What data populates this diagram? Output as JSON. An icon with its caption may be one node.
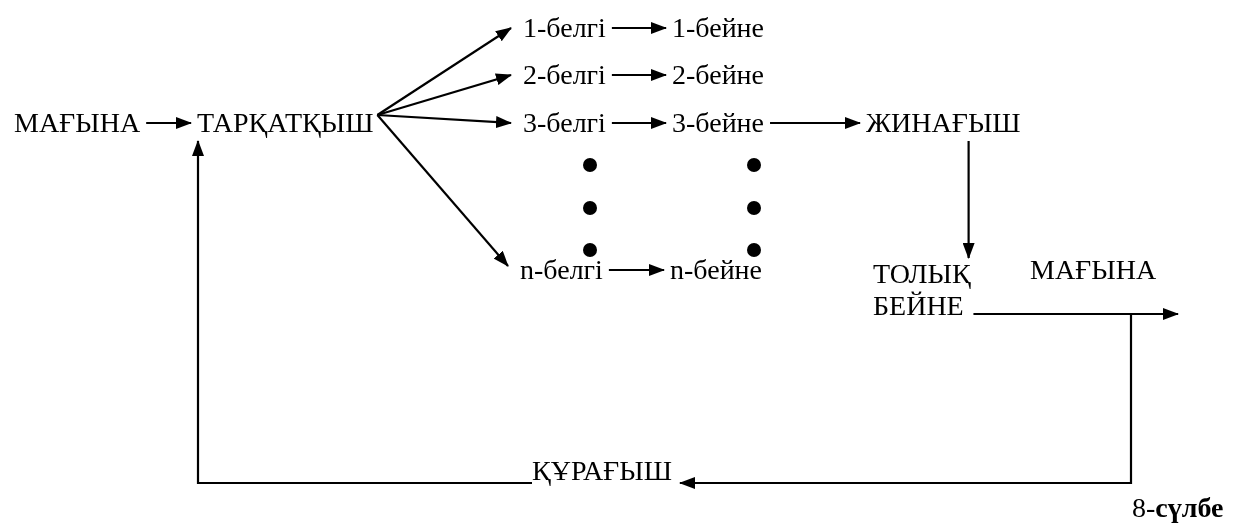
{
  "diagram": {
    "nodes": [
      {
        "text": [
          "МАҒЫНА"
        ]
      },
      {
        "text": [
          "ТАРҚАТҚЫШ"
        ]
      },
      {
        "text": [
          "1-белгі"
        ]
      },
      {
        "text": [
          "1-бейне"
        ]
      },
      {
        "text": [
          "2-белгі"
        ]
      },
      {
        "text": [
          "2-бейне"
        ]
      },
      {
        "text": [
          "3-белгі"
        ]
      },
      {
        "text": [
          "3-бейне"
        ]
      },
      {
        "text": [
          "n-белгі"
        ]
      },
      {
        "text": [
          "n-бейне"
        ]
      },
      {
        "text": [
          "ЖИНАҒЫШ"
        ]
      },
      {
        "text": [
          "ТОЛЫҚ БЕЙНЕ"
        ]
      },
      {
        "text": [
          "ҚҰРАҒЫШ"
        ]
      }
    ],
    "edges": [
      {
        "from": 0,
        "to": 1,
        "arrow": "to"
      },
      {
        "from": 1,
        "to": 2,
        "arrow": "to"
      },
      {
        "from": 1,
        "to": 4,
        "arrow": "to"
      },
      {
        "from": 1,
        "to": 6,
        "arrow": "to"
      },
      {
        "from": 1,
        "to": 8,
        "arrow": "to"
      },
      {
        "from": 2,
        "to": 3,
        "arrow": "to"
      },
      {
        "from": 4,
        "to": 5,
        "arrow": "to"
      },
      {
        "from": 6,
        "to": 7,
        "arrow": "to"
      },
      {
        "from": 8,
        "to": 9,
        "arrow": "to"
      },
      {
        "from": 7,
        "to": 10,
        "arrow": "to"
      },
      {
        "from": 10,
        "to": 11,
        "arrow": "to"
      },
      {
        "from": 11,
        "to": null,
        "arrow": "to",
        "label": "МАҒЫНА"
      },
      {
        "from": 11,
        "to": 12,
        "arrow": "to"
      },
      {
        "from": 12,
        "to": 1,
        "arrow": "to"
      }
    ],
    "labels": [
      "8-**сүлбе**"
    ]
  }
}
